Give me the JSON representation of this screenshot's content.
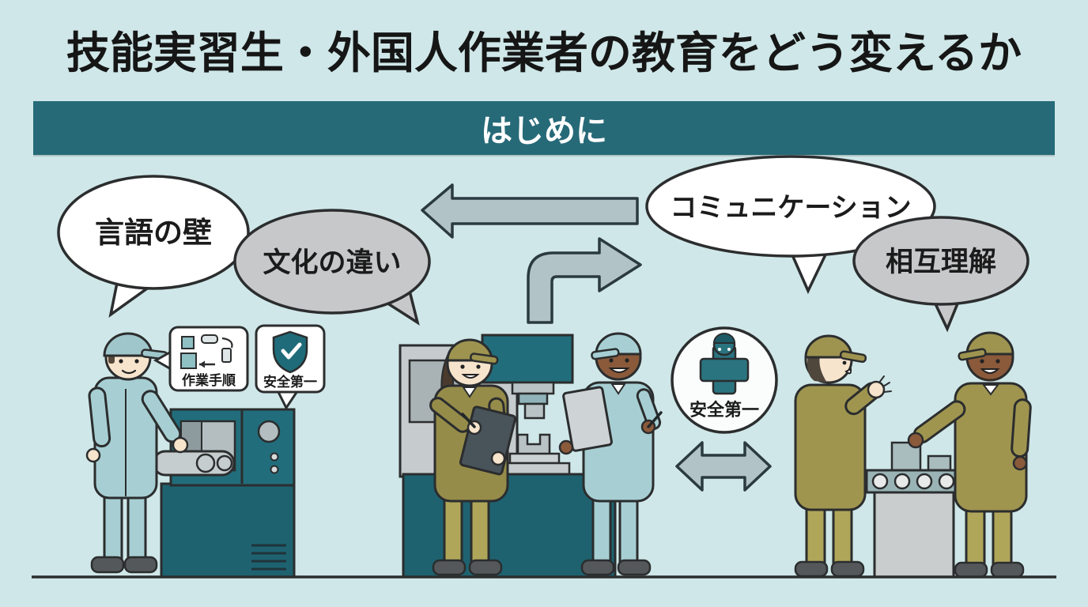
{
  "title": "技能実習生・外国人作業者の教育をどう変えるか",
  "banner": {
    "label": "はじめに",
    "bg_color": "#266a78",
    "text_color": "#ffffff"
  },
  "bubbles": {
    "language_barrier": {
      "label": "言語の壁",
      "fill": "#ffffff"
    },
    "culture_difference": {
      "label": "文化の違い",
      "fill": "#c6c8ca"
    },
    "communication": {
      "label": "コミュニケーション",
      "fill": "#ffffff"
    },
    "mutual_understanding": {
      "label": "相互理解",
      "fill": "#c6c8ca"
    }
  },
  "signs": {
    "work_procedure": {
      "label": "作業手順",
      "icon": "flowchart-icon"
    },
    "safety_first": {
      "label": "安全第一",
      "icon": "shield-check-icon"
    }
  },
  "badge": {
    "label": "安全第一",
    "icon": "safety-cross-icon"
  },
  "colors": {
    "background": "#cfe7e8",
    "banner_teal": "#266a78",
    "machine_teal": "#226d7b",
    "machine_base_teal": "#1e6270",
    "arrow_fill": "#b2c3c8",
    "bubble_gray": "#c6c8ca",
    "uniform_teal": "#a7cfd3",
    "uniform_olive": "#9f954f",
    "skin_light": "#f7e4cd",
    "skin_dark": "#8a5a3b",
    "outline": "#2b2d2e"
  }
}
